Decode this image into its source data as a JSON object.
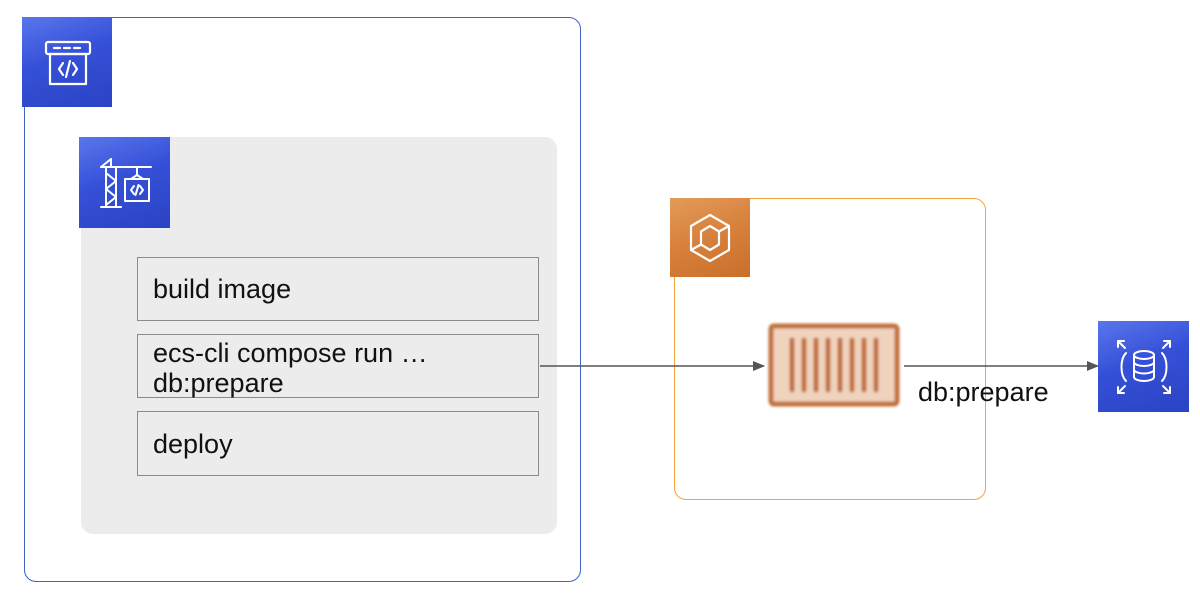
{
  "icons": {
    "pipeline": "code-pipeline-icon",
    "build": "code-build-icon",
    "ecs": "ecs-icon",
    "container": "container-icon",
    "rds": "rds-database-icon"
  },
  "pipeline": {
    "steps": [
      {
        "lines": [
          "build image"
        ]
      },
      {
        "lines": [
          "ecs-cli compose run …",
          "db:prepare"
        ]
      },
      {
        "lines": [
          "deploy"
        ]
      }
    ]
  },
  "edges": {
    "container_to_database_label": "db:prepare"
  },
  "colors": {
    "aws_blue": "#3550d7",
    "aws_orange": "#d8823e",
    "pipeline_border": "#3d63c9",
    "ecs_border": "#f0a63c",
    "inner_group_bg": "#ececec",
    "connector": "#555555"
  }
}
